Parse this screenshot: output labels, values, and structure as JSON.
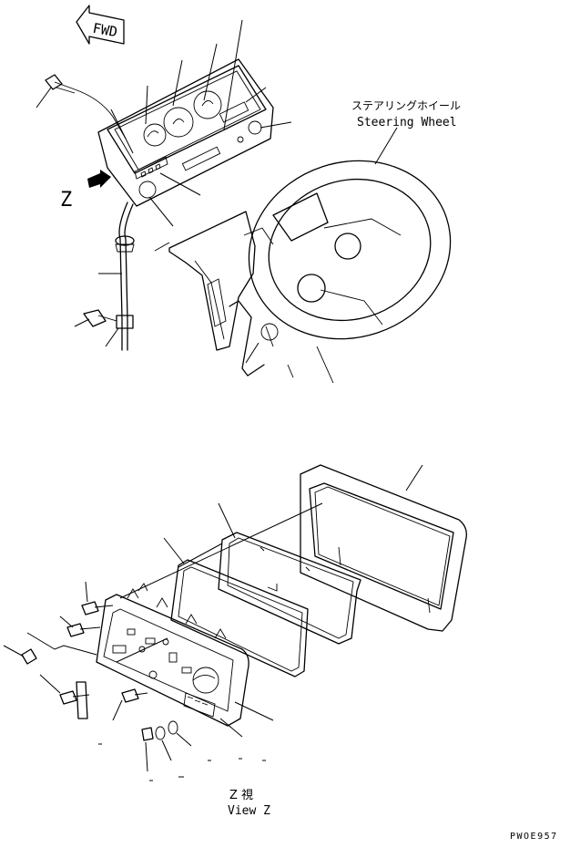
{
  "labels": {
    "fwd": "FWD",
    "z_marker": "Z",
    "steering_jp": "ステアリングホイール",
    "steering_en": "Steering Wheel",
    "view_z_jp": "Z 視",
    "view_z_en": "View Z",
    "drawing_code": "PWOE957"
  }
}
